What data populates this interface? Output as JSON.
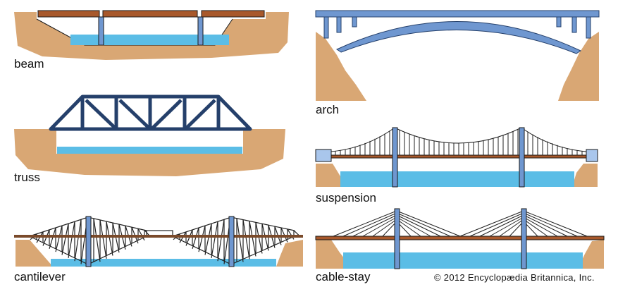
{
  "labels": {
    "beam": "beam",
    "truss": "truss",
    "cantilever": "cantilever",
    "arch": "arch",
    "suspension": "suspension",
    "cable_stay": "cable-stay"
  },
  "copyright": "© 2012 Encyclopædia Britannica, Inc.",
  "colors": {
    "earth": "#d9a774",
    "water": "#5bbde6",
    "steel": "#6f97d0",
    "deck": "#a8582b",
    "outline": "#1a1a1a"
  }
}
